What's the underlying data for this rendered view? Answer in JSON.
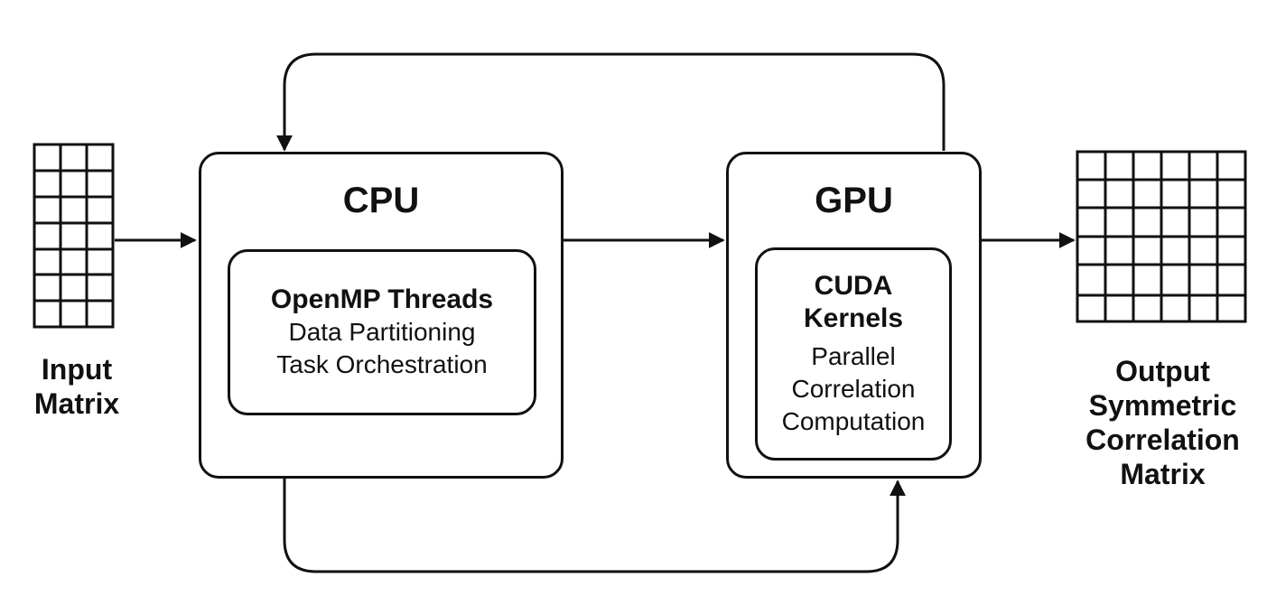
{
  "input": {
    "line1": "Input",
    "line2": "Matrix"
  },
  "cpu": {
    "title": "CPU",
    "inner_title": "OpenMP Threads",
    "items": [
      "Data Partitioning",
      "Task Orchestration"
    ]
  },
  "gpu": {
    "title": "GPU",
    "inner_title": [
      "CUDA",
      "Kernels"
    ],
    "items": [
      "Parallel",
      "Correlation",
      "Computation"
    ]
  },
  "output": {
    "lines": [
      "Output",
      "Symmetric",
      "Correlation",
      "Matrix"
    ]
  },
  "colors": {
    "stroke": "#111111",
    "background": "#ffffff"
  }
}
